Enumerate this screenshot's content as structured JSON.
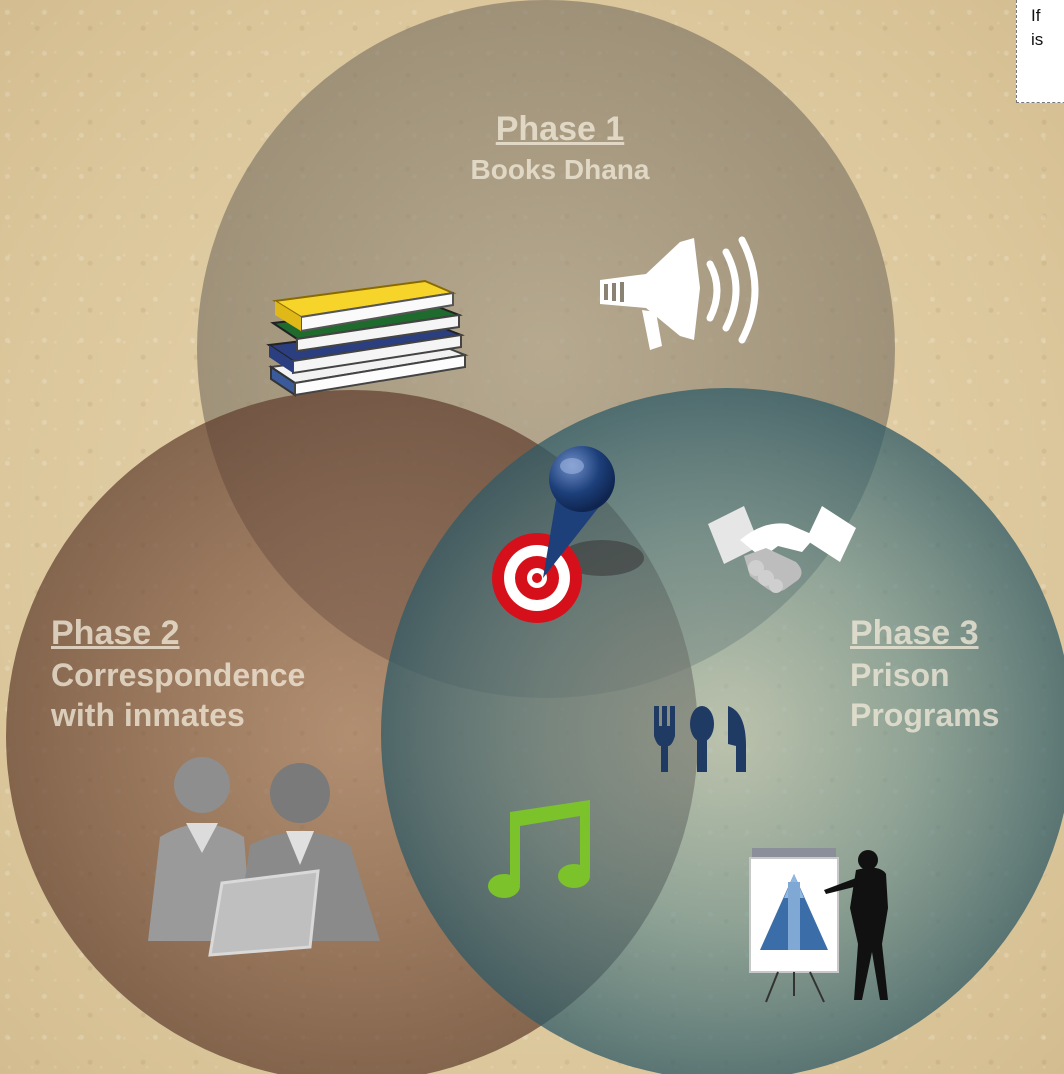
{
  "note": {
    "lines": [
      "If",
      "is"
    ]
  },
  "phases": {
    "phase1": {
      "title": "Phase 1",
      "lines": [
        "Books Dhana"
      ]
    },
    "phase2": {
      "title": "Phase 2",
      "lines": [
        "Correspondence",
        "with inmates"
      ]
    },
    "phase3": {
      "title": "Phase 3",
      "lines": [
        "Prison",
        "Programs"
      ]
    }
  },
  "colors": {
    "background": "#e2cfa6",
    "circle_phase1": "#8a8272",
    "circle_phase2": "#6b4634",
    "circle_phase3": "#3e6a72",
    "target_red": "#d6101a",
    "pin_blue": "#1d3f7a",
    "music_green": "#7cc22b",
    "cutlery_navy": "#1f3a63"
  },
  "icons": [
    "books-icon",
    "megaphone-icon",
    "handshake-icon",
    "target-pin-icon",
    "cutlery-icon",
    "music-note-icon",
    "people-laptop-icon",
    "presentation-icon"
  ]
}
